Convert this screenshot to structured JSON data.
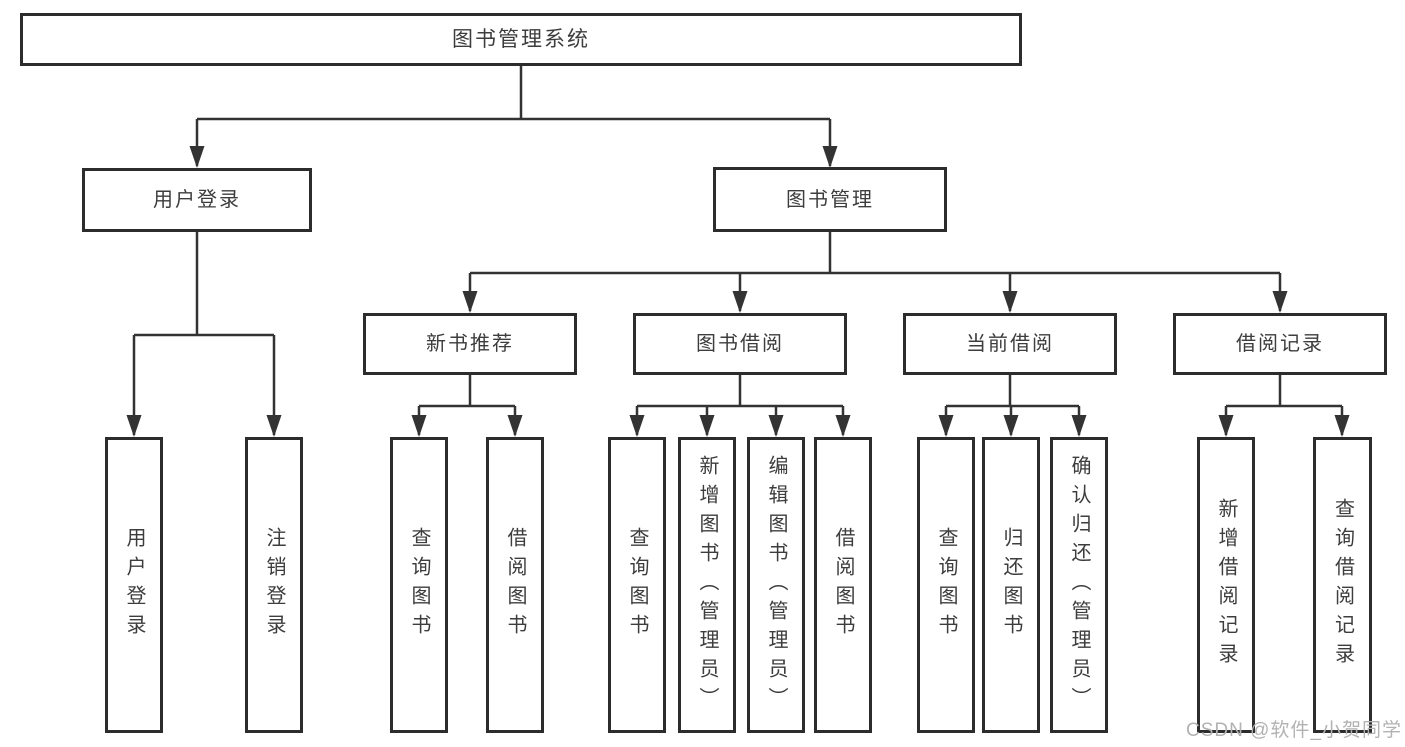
{
  "nodes": {
    "root": "图书管理系统",
    "level2": [
      "用户登录",
      "图书管理"
    ],
    "level3": [
      "新书推荐",
      "图书借阅",
      "当前借阅",
      "借阅记录"
    ],
    "leaves_user_login": [
      "用户登录",
      "注销登录"
    ],
    "leaves_new_book": [
      "查询图书",
      "借阅图书"
    ],
    "leaves_book_borrow": [
      "查询图书",
      "新增图书（管理员）",
      "编辑图书（管理员）",
      "借阅图书"
    ],
    "leaves_current_borrow": [
      "查询图书",
      "归还图书",
      "确认归还（管理员）"
    ],
    "leaves_borrow_records": [
      "新增借阅记录",
      "查询借阅记录"
    ]
  },
  "watermark": "CSDN @软件_小贺同学",
  "colors": {
    "line": "#333333",
    "border": "#2c2c2c",
    "text": "#3d3d3d",
    "background": "#ffffff",
    "watermark": "#b2b2b2"
  }
}
